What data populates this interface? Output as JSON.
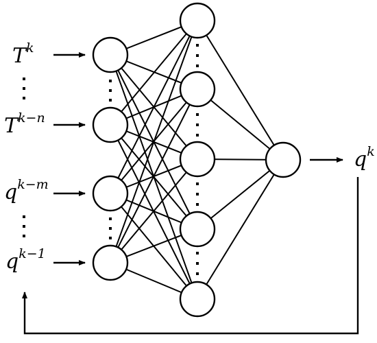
{
  "diagram": {
    "colors": {
      "stroke": "#000000",
      "background": "#ffffff"
    },
    "inputs": [
      {
        "base": "T",
        "sup": "k"
      },
      {
        "base": "T",
        "sup": "k−n"
      },
      {
        "base": "q",
        "sup": "k−m"
      },
      {
        "base": "q",
        "sup": "k−1"
      }
    ],
    "output": {
      "base": "q",
      "sup": "k"
    },
    "layers": {
      "input_visible_nodes": 4,
      "hidden_visible_nodes": 5,
      "output_nodes": 1
    }
  }
}
